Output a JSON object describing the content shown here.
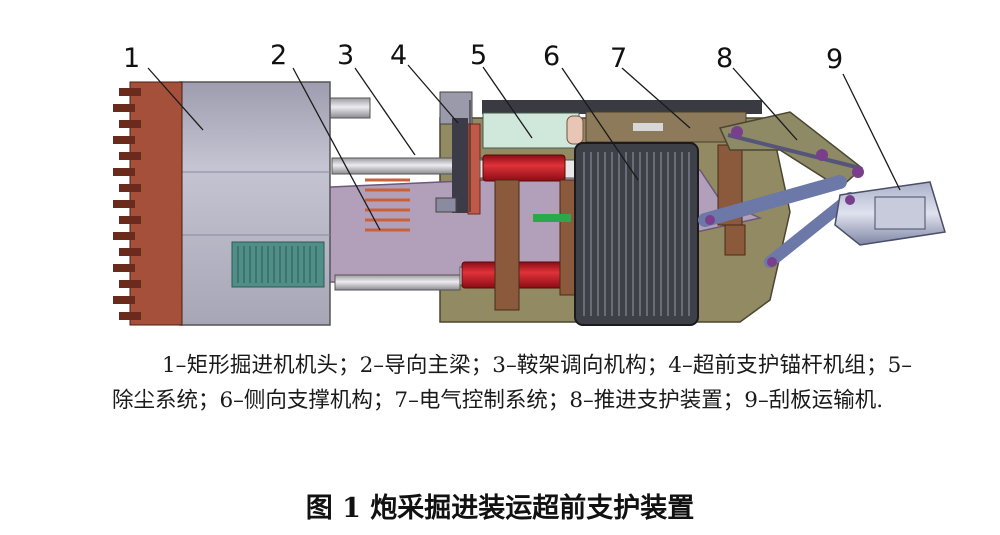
{
  "labels": [
    "1",
    "2",
    "3",
    "4",
    "5",
    "6",
    "7",
    "8",
    "9"
  ],
  "legend_text": "1–矩形掘进机机头；2–导向主梁；3–鞍架调向机构；4–超前支护锚杆机组；5–除尘系统；6–侧向支撑机构；7–电气控制系统；8–推进支护装置；9–刮板运输机.",
  "caption": "图 1   炮采掘进装运超前支护装置",
  "colors": {
    "head_body": "#b8b8c6",
    "beam": "#b29fba",
    "frame": "#928a62",
    "red_cylinder": "#c8202a",
    "brown_plate": "#8b5a3c",
    "radiator": "#3e4048",
    "cutter_red": "#b4442f",
    "conveyor": "#8e96b8",
    "purple_joint": "#7a3f8c",
    "vent_green": "#4f8f88",
    "bar_green": "#2aa84c"
  }
}
